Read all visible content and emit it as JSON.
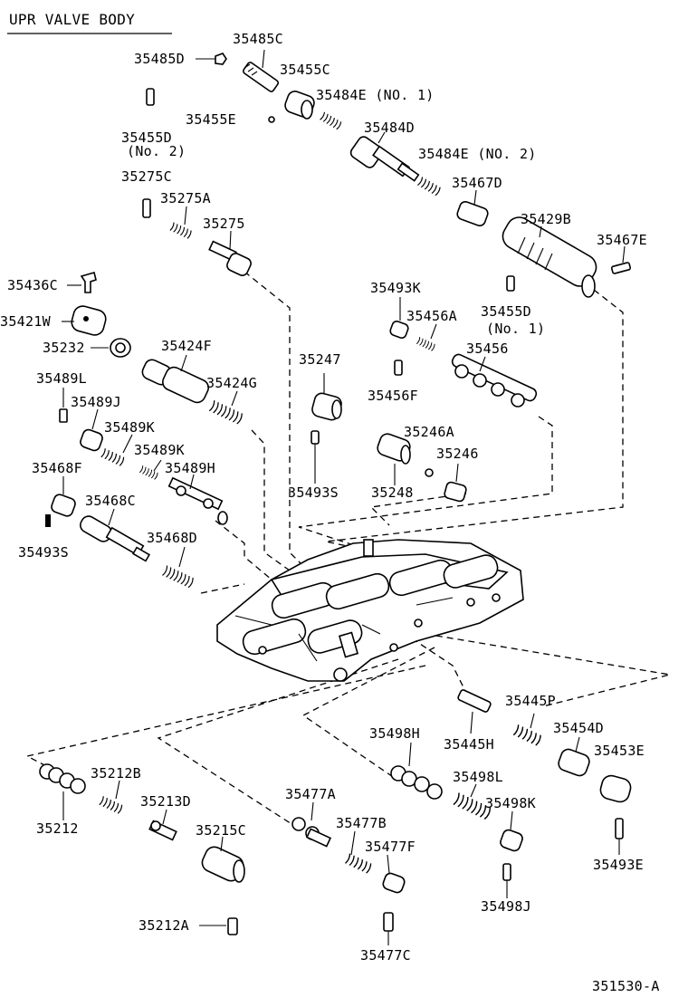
{
  "title": "UPR VALVE BODY",
  "figure_number": "351530-A",
  "labels": {
    "l35485C": "35485C",
    "l35485D": "35485D",
    "l35455C": "35455C",
    "l35484E_1": "35484E (NO. 1)",
    "l35455E": "35455E",
    "l35455D_2": "35455D",
    "l35455D_2b": "(No. 2)",
    "l35484D": "35484D",
    "l35484E_2": "35484E (NO. 2)",
    "l35275C": "35275C",
    "l35467D": "35467D",
    "l35275A": "35275A",
    "l35275": "35275",
    "l35429B": "35429B",
    "l35467E": "35467E",
    "l35436C": "35436C",
    "l35493K": "35493K",
    "l35455D_1": "35455D",
    "l35455D_1b": "(No. 1)",
    "l35421W": "35421W",
    "l35456A": "35456A",
    "l35232": "35232",
    "l35424F": "35424F",
    "l35456": "35456",
    "l35247": "35247",
    "l35489L": "35489L",
    "l35424G": "35424G",
    "l35456F": "35456F",
    "l35489J": "35489J",
    "l35489K_a": "35489K",
    "l35246A": "35246A",
    "l35489K_b": "35489K",
    "l35246": "35246",
    "l35468F": "35468F",
    "l35489H": "35489H",
    "l35493S_a": "35493S",
    "l35248": "35248",
    "l35468C": "35468C",
    "l35468D": "35468D",
    "l35493S_b": "35493S",
    "l35445P": "35445P",
    "l35454D": "35454D",
    "l35498H": "35498H",
    "l35445H": "35445H",
    "l35453E": "35453E",
    "l35212B": "35212B",
    "l35498L": "35498L",
    "l35477A": "35477A",
    "l35213D": "35213D",
    "l35498K": "35498K",
    "l35212": "35212",
    "l35477B": "35477B",
    "l35215C": "35215C",
    "l35477F": "35477F",
    "l35493E": "35493E",
    "l35498J": "35498J",
    "l35212A": "35212A",
    "l35477C": "35477C"
  }
}
